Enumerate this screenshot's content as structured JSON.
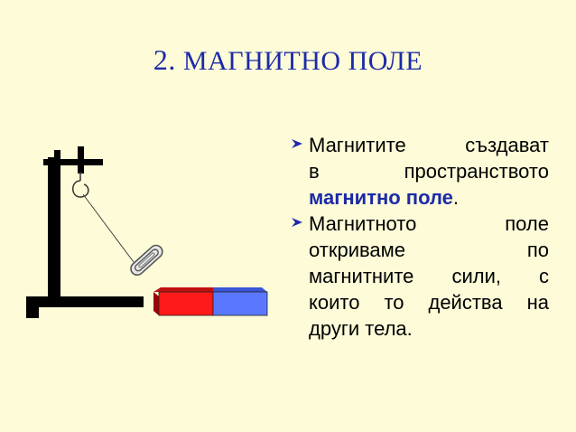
{
  "title": {
    "number": "2.",
    "text": "МАГНИТНО ПОЛЕ"
  },
  "bullets": [
    {
      "lines": [
        [
          "Магнитите",
          "създават"
        ],
        [
          "в",
          "пространството"
        ]
      ],
      "highlight": "магнитно поле",
      "after_highlight": "."
    },
    {
      "lines": [
        [
          "Магнитното",
          "поле"
        ],
        [
          "откриваме",
          "по"
        ],
        [
          "магнитните",
          "сили,",
          "с"
        ],
        [
          "които",
          "то",
          "действа",
          "на"
        ]
      ],
      "last_line": "други тела."
    }
  ],
  "colors": {
    "background": "#fdfbd8",
    "title": "#1c2aa8",
    "highlight": "#1c2aa8",
    "bullet_arrow": "#1c2aa8",
    "magnet_north": "#ff1a1a",
    "magnet_south": "#5a78ff",
    "stand": "#000000"
  },
  "icons": {
    "bullet": "arrowhead-bullet-icon",
    "stand": "lab-stand",
    "paperclip": "paperclip-icon",
    "magnet": "bar-magnet"
  }
}
